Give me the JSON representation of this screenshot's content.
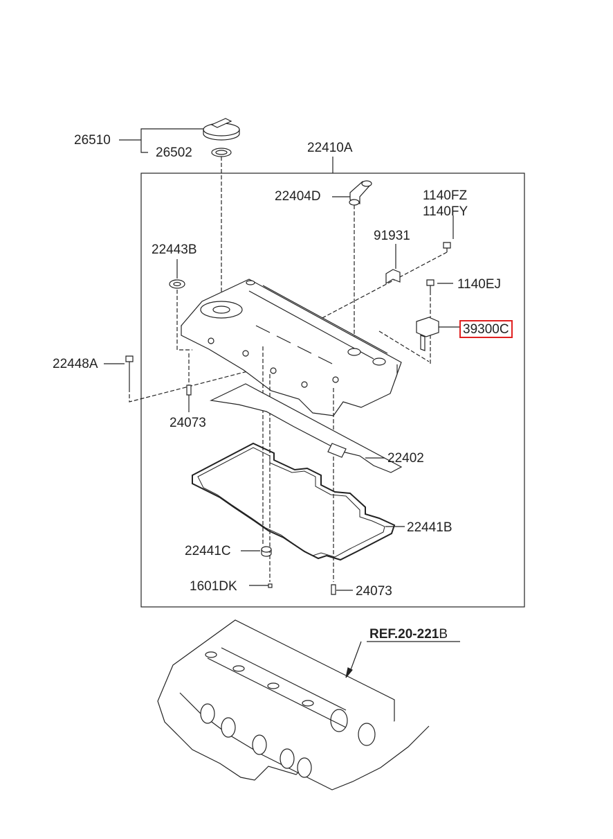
{
  "diagram": {
    "highlight_color": "#e02020",
    "labels": {
      "p26510": "26510",
      "p26502": "26502",
      "p22410A": "22410A",
      "p22404D": "22404D",
      "p1140FZ": "1140FZ",
      "p1140FY": "1140FY",
      "p91931": "91931",
      "p22443B": "22443B",
      "p1140EJ": "1140EJ",
      "p39300C": "39300C",
      "p22448A": "22448A",
      "p24073_top": "24073",
      "p22402": "22402",
      "p22441B": "22441B",
      "p22441C": "22441C",
      "p1601DK": "1601DK",
      "p24073_bottom": "24073",
      "ref_bold": "REF.20-221",
      "ref_suffix": "B"
    }
  }
}
